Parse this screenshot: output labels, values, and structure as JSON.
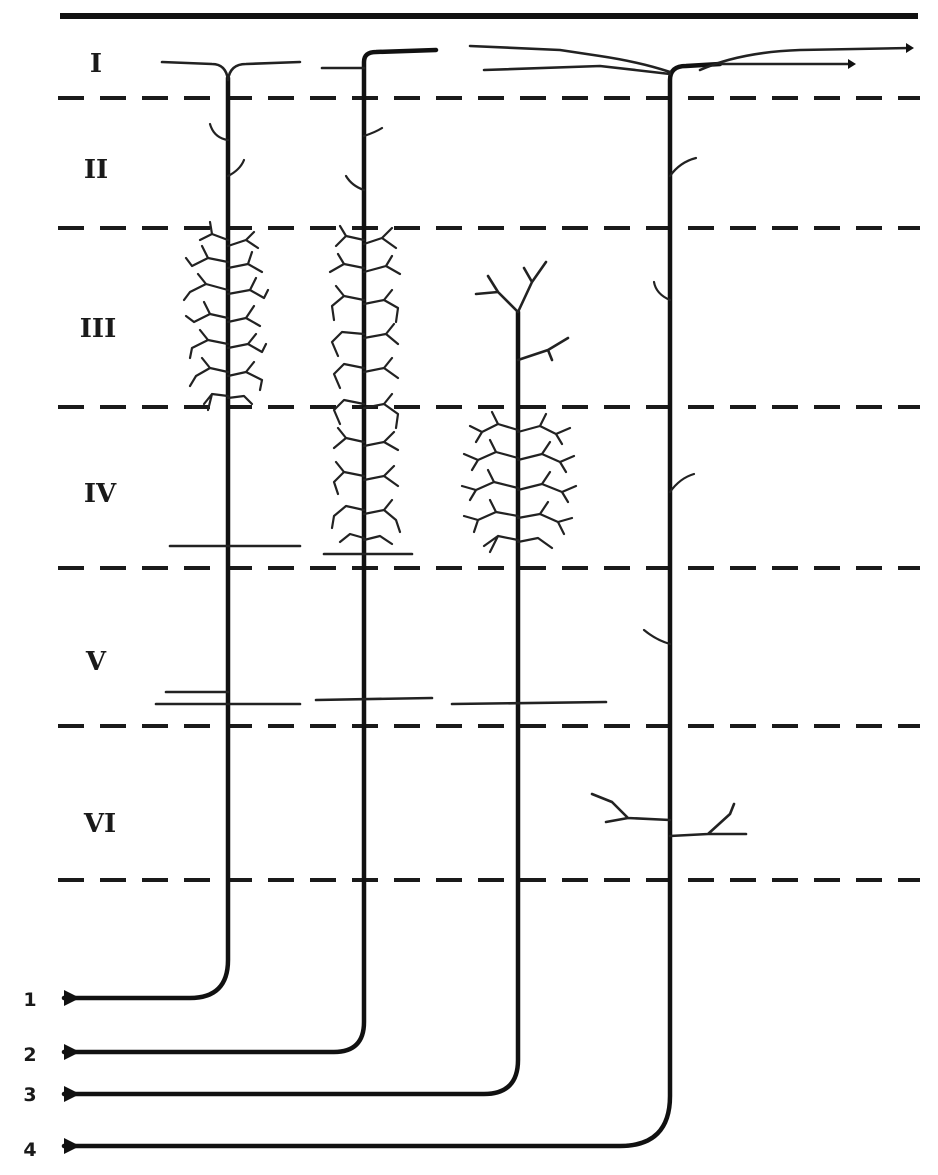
{
  "layers": [
    "I",
    "II",
    "III",
    "IV",
    "V",
    "VI"
  ],
  "inputs": [
    "1",
    "2",
    "3",
    "4"
  ],
  "colors": {
    "ink": "#111111",
    "background": "#ffffff"
  }
}
